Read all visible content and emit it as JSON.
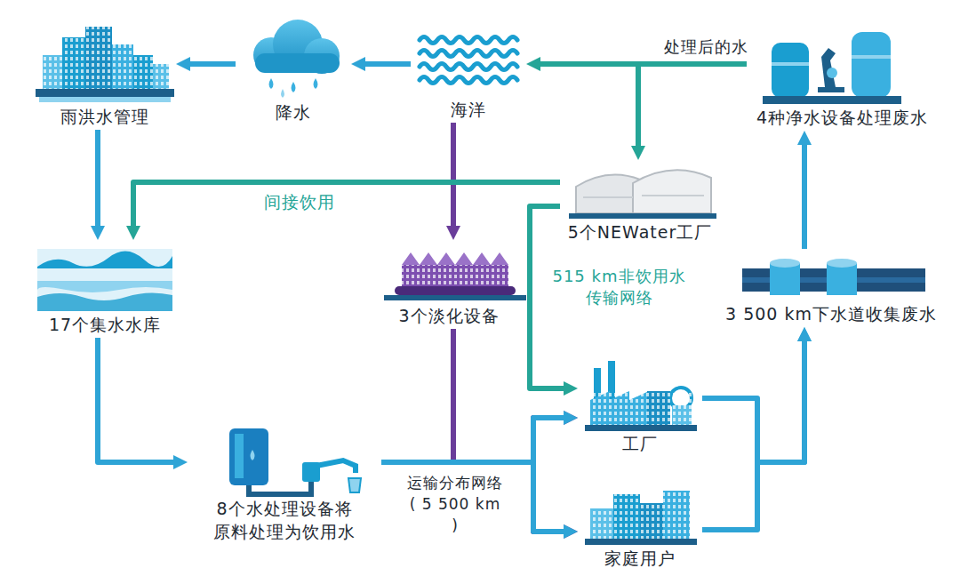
{
  "diagram": {
    "nodes": [
      {
        "text": [
          "雨洪水管理"
        ]
      },
      {
        "text": [
          "降水"
        ]
      },
      {
        "text": [
          "海洋"
        ]
      },
      {
        "text": [
          "4种净水设备处理废水"
        ]
      },
      {
        "text": [
          "17个集水水库"
        ]
      },
      {
        "text": [
          "3个淡化设备"
        ]
      },
      {
        "text": [
          "5个NEWater工厂"
        ]
      },
      {
        "text": [
          "3 500 km下水道收集废水"
        ]
      },
      {
        "text": [
          "8个水处理设备将 原料处理为饮用水"
        ]
      },
      {
        "text": [
          "工厂"
        ]
      },
      {
        "text": [
          "家庭用户"
        ]
      }
    ],
    "edges": [
      {
        "from": 2,
        "to": 1,
        "arrow": "to"
      },
      {
        "from": 1,
        "to": 0,
        "arrow": "to"
      },
      {
        "from": 3,
        "to": 2,
        "label": "处理后的水",
        "arrow": "to"
      },
      {
        "from": 3,
        "to": 6,
        "arrow": "to"
      },
      {
        "from": 0,
        "to": 4,
        "arrow": "to"
      },
      {
        "from": 6,
        "to": 4,
        "label": "间接饮用",
        "arrow": "to"
      },
      {
        "from": 2,
        "to": 5,
        "arrow": "to"
      },
      {
        "from": 4,
        "to": 8,
        "arrow": "to"
      },
      {
        "from": 5,
        "to": 9,
        "arrow": "to"
      },
      {
        "from": 5,
        "to": 10,
        "arrow": "to"
      },
      {
        "from": 8,
        "to": 9,
        "label": "运输分布网络 ( 5 500 km )",
        "arrow": "to"
      },
      {
        "from": 8,
        "to": 10,
        "arrow": "to"
      },
      {
        "from": 6,
        "to": 9,
        "label": "515 km非饮用水 传输网络",
        "arrow": "to"
      },
      {
        "from": 9,
        "to": 7,
        "arrow": "to"
      },
      {
        "from": 10,
        "to": 7,
        "arrow": "to"
      },
      {
        "from": 7,
        "to": 3,
        "arrow": "to"
      }
    ]
  }
}
